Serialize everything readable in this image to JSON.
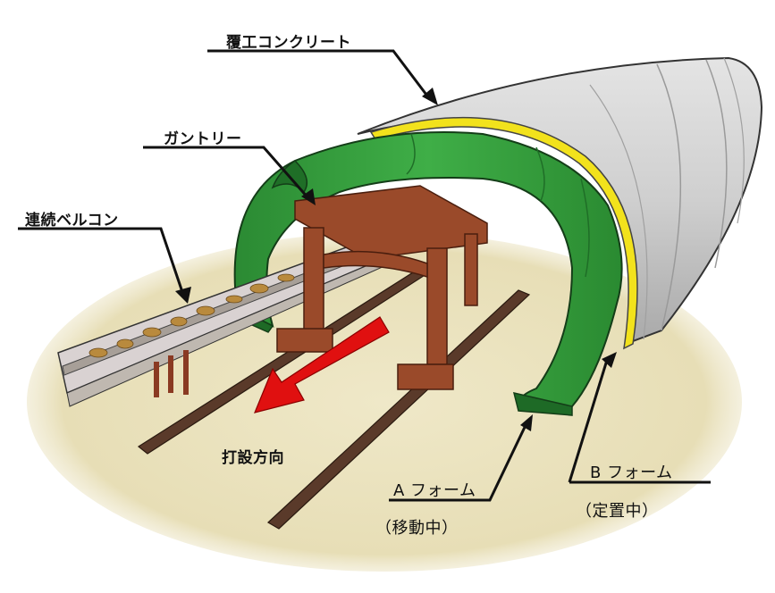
{
  "labels": {
    "lining_concrete": "覆工コンクリート",
    "gantry": "ガントリー",
    "conveyor": "連続ベルコン",
    "direction": "打設方向",
    "form_a": "A フォーム",
    "form_a_status": "（移動中）",
    "form_b": "B フォーム",
    "form_b_status": "（定置中）"
  },
  "colors": {
    "concrete": "#c9c9c9",
    "form_green": "#2f9e3a",
    "yellow_band": "#f2e21c",
    "gantry": "#9a4a2a",
    "ground": "#e9e1bd",
    "arrow": "#e01010",
    "rail": "#5a3a2a"
  }
}
